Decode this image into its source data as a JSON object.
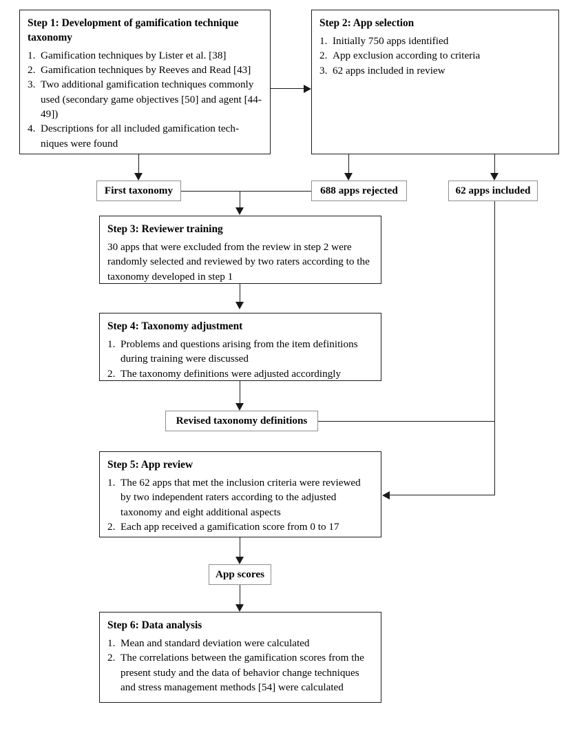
{
  "diagram": {
    "type": "flowchart",
    "title": "",
    "boxes": {
      "step1": {
        "title": "Step 1: Development of gamification technique taxonomy",
        "items": [
          {
            "num": "1.",
            "text": "Gamification techniques by Lister et al. [38]"
          },
          {
            "num": "2.",
            "text": "Gamification techniques by Reeves and Read [43]"
          },
          {
            "num": "3.",
            "text": "Two additional gamification techniques commonly used (secondary game objectives [50] and agent [44-49])"
          },
          {
            "num": "4.",
            "text": "Descriptions for all included gamification tech-niques were found"
          }
        ]
      },
      "step2": {
        "title": "Step 2: App selection",
        "items": [
          {
            "num": "1.",
            "text": "Initially 750 apps identified"
          },
          {
            "num": "2.",
            "text": "App exclusion according to criteria"
          },
          {
            "num": "3.",
            "text": "62 apps included in review"
          }
        ]
      },
      "step3": {
        "title": "Step 3: Reviewer training",
        "paragraph": "30 apps that were excluded from the review in step 2 were randomly selected and reviewed by two raters according to the taxonomy developed in step 1"
      },
      "step4": {
        "title": "Step 4: Taxonomy adjustment",
        "items": [
          {
            "num": "1.",
            "text": "Problems and questions arising from the item definitions during training were discussed"
          },
          {
            "num": "2.",
            "text": "The taxonomy definitions were adjusted accordingly"
          }
        ]
      },
      "step5": {
        "title": "Step 5: App review",
        "items": [
          {
            "num": "1.",
            "text": "The 62 apps that met the inclusion criteria were reviewed by two independent raters according to the adjusted taxonomy and eight additional aspects"
          },
          {
            "num": "2.",
            "text": "Each app received a gamification score from 0 to 17"
          }
        ]
      },
      "step6": {
        "title": "Step 6: Data analysis",
        "items": [
          {
            "num": "1.",
            "text": "Mean and standard deviation were calculated"
          },
          {
            "num": "2.",
            "text": "The correlations between the gamification scores from the present study and the data of behavior change techniques and stress management methods [54] were calculated"
          }
        ]
      }
    },
    "labels": {
      "first_taxonomy": "First taxonomy",
      "apps_rejected": "688 apps rejected",
      "apps_included": "62 apps included",
      "revised_taxonomy": "Revised taxonomy definitions",
      "app_scores": "App scores"
    },
    "colors": {
      "line": "#1a1a1a",
      "box_border": "#1a1a1a",
      "label_border": "#8e8e8e",
      "background": "#ffffff"
    }
  }
}
